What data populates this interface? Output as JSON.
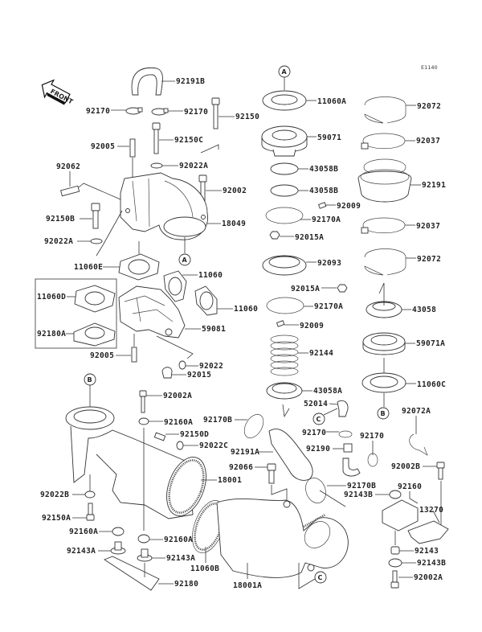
{
  "diagram": {
    "code": "E1140",
    "front_label": "FRONT",
    "refs": {
      "a": "A",
      "b": "B",
      "c": "C"
    },
    "labels": {
      "p92191B": "92191B",
      "p92170_l": "92170",
      "p92170_r": "92170",
      "p92150": "92150",
      "p92150C": "92150C",
      "p92005_t": "92005",
      "p92022A_t": "92022A",
      "p92062": "92062",
      "p92002": "92002",
      "p92150B": "92150B",
      "p18049": "18049",
      "p92022A_b": "92022A",
      "p11060E": "11060E",
      "p11060_1": "11060",
      "p11060_2": "11060",
      "p11060D": "11060D",
      "p92180A": "92180A",
      "p59081": "59081",
      "p92005_b": "92005",
      "p92022": "92022",
      "p92015": "92015",
      "p11060A": "11060A",
      "p59071": "59071",
      "p43058B_1": "43058B",
      "p43058B_2": "43058B",
      "p92009_1": "92009",
      "p92170A_1": "92170A",
      "p92015A_1": "92015A",
      "p92093": "92093",
      "p92015A_2": "92015A",
      "p92170A_2": "92170A",
      "p92009_2": "92009",
      "p92144": "92144",
      "p43058A": "43058A",
      "p52014": "52014",
      "p92072_1": "92072",
      "p92037_1": "92037",
      "p92191": "92191",
      "p92037_2": "92037",
      "p92072_2": "92072",
      "p43058": "43058",
      "p59071A": "59071A",
      "p11060C": "11060C",
      "p92072A": "92072A",
      "p92002A_t": "92002A",
      "p92160A_t": "92160A",
      "p92150D": "92150D",
      "p92022C": "92022C",
      "p92170B_t": "92170B",
      "p92191A": "92191A",
      "p92066": "92066",
      "p18001": "18001",
      "p92022B": "92022B",
      "p92150A": "92150A",
      "p92160A_l": "92160A",
      "p92160A_r": "92160A",
      "p92143A_l": "92143A",
      "p92143A_r": "92143A",
      "p11060B": "11060B",
      "p92180": "92180",
      "p18001A": "18001A",
      "p92170_c1": "92170",
      "p92170_c2": "92170",
      "p92190": "92190",
      "p92170B_b": "92170B",
      "p92143B_t": "92143B",
      "p92160": "92160",
      "p92002B": "92002B",
      "p13270": "13270",
      "p92143": "92143",
      "p92143B_b": "92143B",
      "p92002A_b": "92002A"
    }
  }
}
